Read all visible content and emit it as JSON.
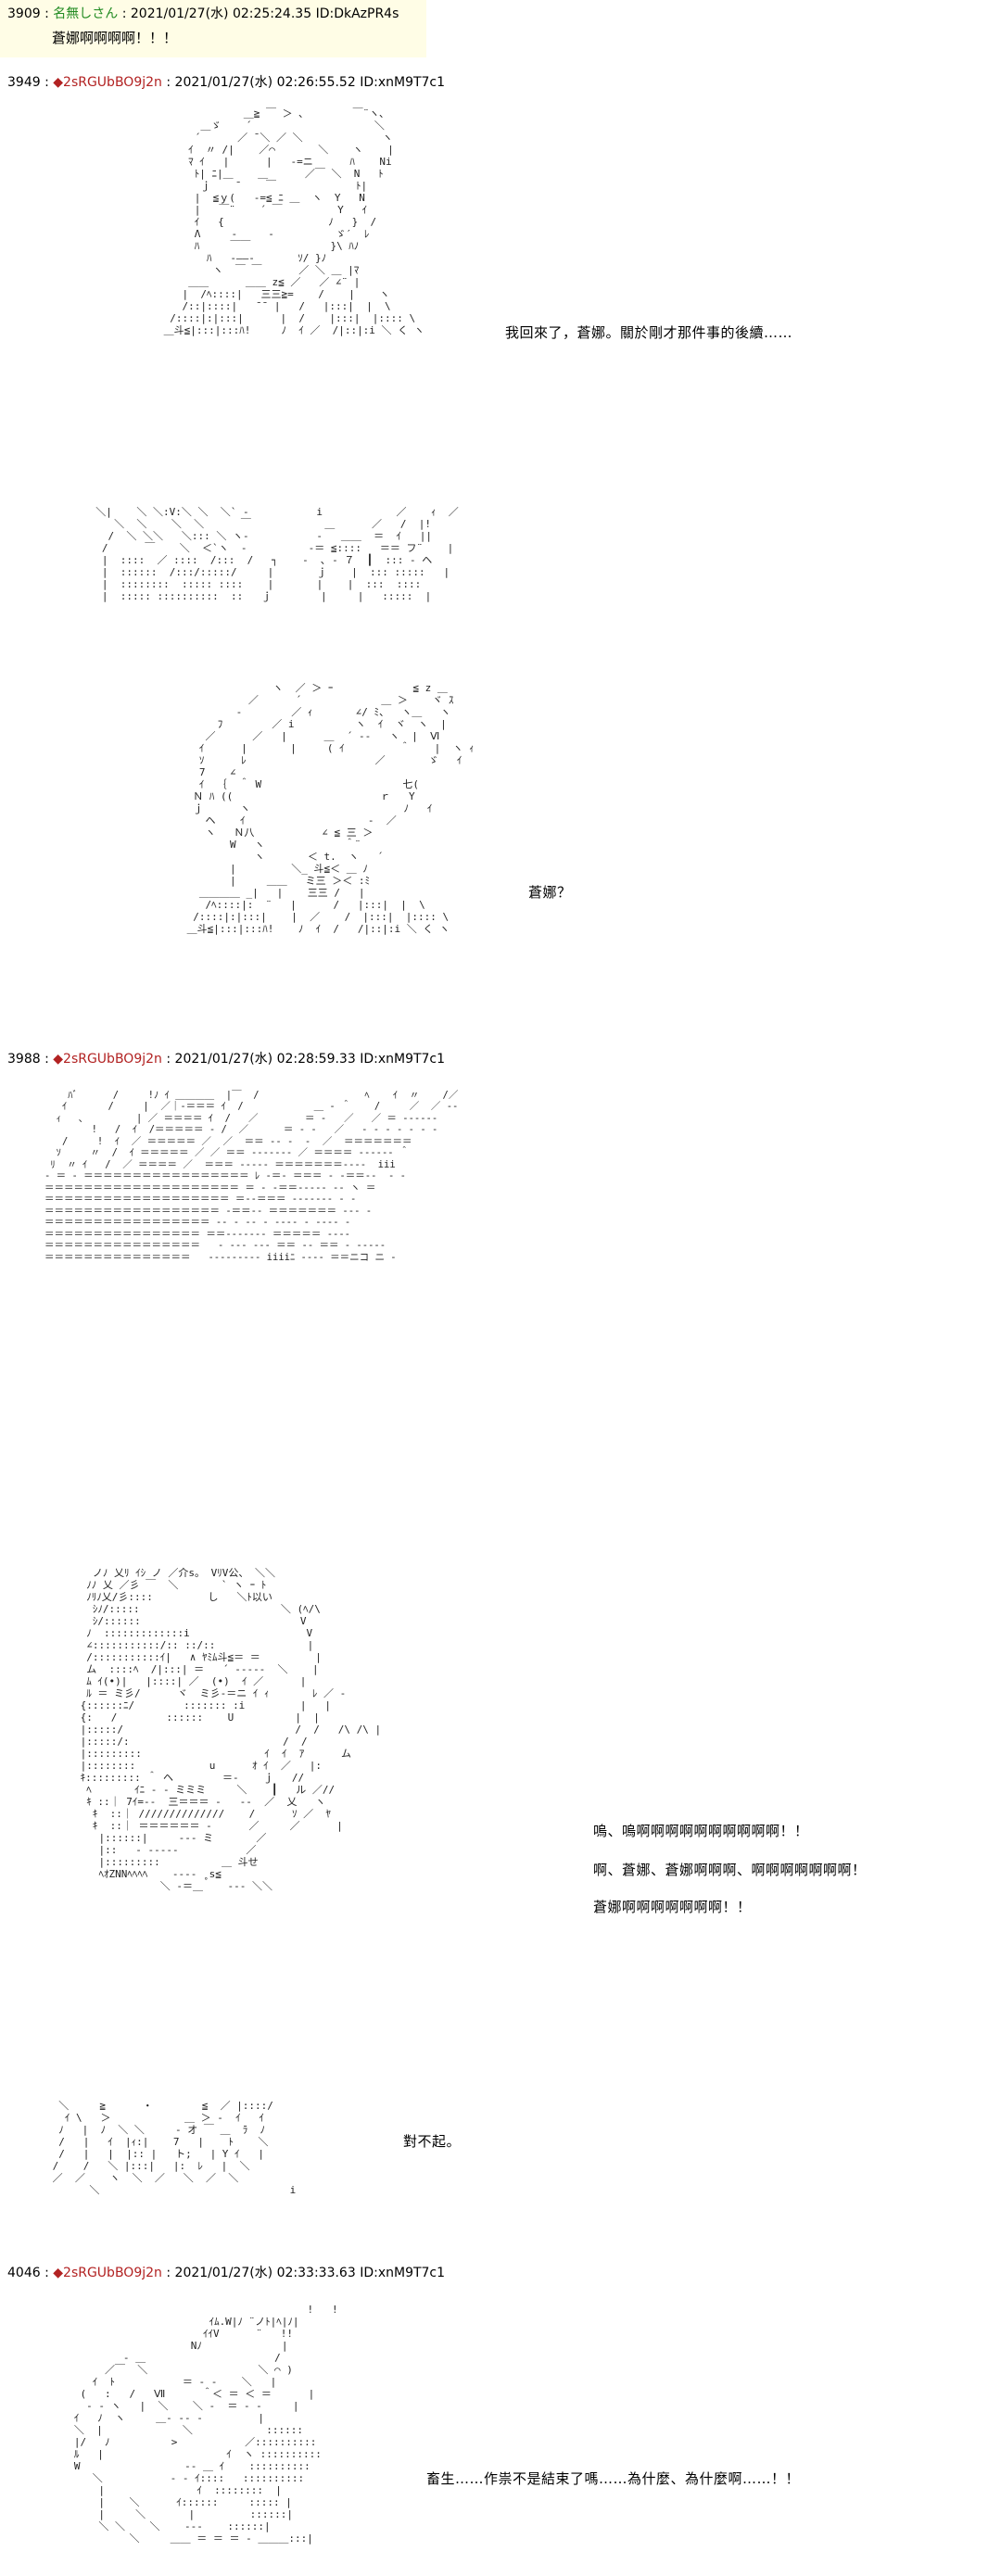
{
  "posts": [
    {
      "number": "3909",
      "name": "名無しさん",
      "datetime": "2021/01/27(水) 02:25:24.35",
      "id": "ID:DkAzPR4s",
      "message": "蒼娜啊啊啊啊！！！"
    },
    {
      "number": "3949",
      "name": "◆2sRGUbBO9j2n",
      "datetime": "2021/01/27(水) 02:26:55.52",
      "id": "ID:xnM9T7c1",
      "dialogues": [
        "我回來了，蒼娜。關於剛才那件事的後續……",
        "蒼娜？"
      ]
    },
    {
      "number": "3988",
      "name": "◆2sRGUbBO9j2n",
      "datetime": "2021/01/27(水) 02:28:59.33",
      "id": "ID:xnM9T7c1",
      "dialogues": [
        "嗚、嗚啊啊啊啊啊啊啊啊啊啊！！",
        "啊、蒼娜、蒼娜啊啊啊、啊啊啊啊啊啊啊！",
        "蒼娜啊啊啊啊啊啊啊！！",
        "對不起。"
      ]
    },
    {
      "number": "4046",
      "name": "◆2sRGUbBO9j2n",
      "datetime": "2021/01/27(水) 02:33:33.63",
      "id": "ID:xnM9T7c1",
      "dialogues": [
        "畜生……作祟不是結束了嗎……為什麼、為什麼啊……！！"
      ]
    }
  ],
  "separator": ":",
  "ascii_art": {
    "man_turn_back": "              ＿≧ ￣ ＞ ､        ￣¨ヽ､\n       ＿ゞ    ´                    ＼\n      ´      ／ ̄ ＼ ／ ＼             ヽ\n     ｲ  〃 /|    ／⌒       ＼    ヽ    |\n     ﾏ ｲ   |      |   ‐=ニ      ﾊ    Ni\n      ﾄ| ﾆ|＿    ＿      ／￣ ＼  N   ﾄ\n       ｊ    ̄     ￣             ﾄ|\n      |  ≦ｙ(   ‐=≦ ﾆ ＿  ヽ  Y   N\n      |   ￣¨    ´ ￣         Y   ｲ\n      ｲ   {                 ﾉ   }  /\n      Λ     ‐     ‐          ゞ′  ﾚ\n      ﾊ     ￣￣             }\\ ﾊﾉ\n        ﾊ   ‐――‐       ｿ/ }ﾉ\n         ヽ  ￣ ￣      ／ ＼ ＿ |ﾏ\n     ＿＿      ＿＿ z≦ ／   ／ ∠¨ |\n    |  /ﾍ::::|   三三≧=    /    |    ヽ\n    /::|::::|   ̄ ̄  |   /   |:::|  |  \\\n  /::::|:|:::|      |  /    |:::|  |:::: \\\n ＿斗≦|:::|:::ﾊ!     ﾉ  ｲ ／  /|::|:i ＼ く ヽ",
    "man_profile_strip": "  ＼|    ＼ ＼:V:＼ ＼  ＼` ‐           i            ／    ｨ  ／\n     ＼  ＼    ＼  ＼      ￣            ＿      ／   /  |!\n    /  ＼ ＼＼   ＼::: ＼ ヽ‐           ‐   ＿＿  ＝  ｲ   ||\n   /      ￣    ＼  ＜`ヽ  ‐          ‐＝ ≦::::   ＝＝ フ¨    |\n   |  ::::  ／ ::::  /:::  /   ┐    ‐  ､ ‐ ７  ┃  ::: ‐ ヘ\n   |  ::::::  /:::/:::::/     |       ｊ    |  ::: :::::   |\n   |  ::::::::  ::::: ::::    |       |    |  :::  ::::\n   |  ::::: ::::::::::  ::   ｊ        |     |   :::::  |",
    "man_stare": "               ヽ  ／ ＞ ｰ             ≦ z ＿\n           ／      ´             ＿ ＞    ヾ ｽ\n         ‐        ／ ｨ       ∠/ ﾐ、  ヽ＿   ヽ\n      ﾌ        ／ i          ヽ  ｲ  ヾ  ヽ  |\n    ／      ／   |      ＿  ´ ‐‐   ヽ  |  Ⅵ\n   ｲ      |       |     ( ｲ         ＾    |  ヽ ｨ\n   ｿ      ﾚ                     ／       ゞ   ｲ\n   7    ∠\n   ｲ  ｛  ＾ W                       七(\n  Ｎ ﾊ ((                        ｒ   Y\n  ｊ      ヽ                         ﾉ   ｲ\n    ヘ    ｲ                    ‐  ／\n    ヽ   Ｎ八           ∠ ≦ 三 ＞\n        W   ヽ             ＾¨\n            ヽ       ＜ t.  ヽ   ´\n        |         ＼_ 斗≦＜ ＿ ﾉ\n        |     ＿＿   ミ三 ＞＜ :ﾐ\n   ＿＿＿＿ _|   |    三三 /   |\n    /ﾍ::::|:  ¨   |      /   |:::|  |  \\\n  /::::|:|:::|    |  ／    /  |:::|  |:::: \\\n ＿斗≦|:::|:::ﾊ!    ﾉ  ｲ  /   /|::|:i ＼ く ヽ",
    "speed_lines": "    ﾊﾞ      /     !ﾉ ｲ ＿＿＿＿  |￣  /                  ﾍ    ｲ  〃    /／\n   ｲ       /     |  ／｜‐＝＝＝ ｲ  /            ＿ ‐ ＾    /     ／  ／ ‐‐\n  ｨ   ､         | ／ ＝＝＝＝ ｲ  /   ／        ＝ ‐   ／   ／ ＝ ‐‐‐‐‐‐\n        !   /  ｲ  /＝＝＝＝＝ ‐ /  ／      ＝ ‐ ‐   ／   ‐ ‐ ‐ ‐ ‐ ‐ ‐\n   /     !  ｲ  ／ ＝＝＝＝＝ ／  ／  ＝＝ ‐‐ ‐  ‐  ／  ＝＝＝＝＝＝＝\n  ｿ     〃  /  ｲ ＝＝＝＝＝ ／ ／ ＝＝ ‐‐‐‐‐‐‐ ／ ＝＝＝＝ ‐‐‐‐‐‐ ＾\n ﾘ  〃 ｲ   /  ／ ＝＝＝＝ ／  ＝＝＝ ‐‐‐‐‐ ＝＝＝＝＝＝＝‐‐‐‐  iii\n‐ ＝ ‐ ＝＝＝＝＝＝＝＝＝＝＝＝＝＝＝＝＝ ﾚ ‐＝‐ ＝＝＝ ‐ ‐＝＝‐‐  ‐ ‐\n＝＝＝＝＝＝＝＝＝＝＝＝＝＝＝＝＝＝＝＝ ＝ ‐ ‐＝＝‐‐‐‐‐ ‐‐ ヽ ＝\n＝＝＝＝＝＝＝＝＝＝＝＝＝＝＝＝＝＝＝ ＝‐‐＝＝＝ ‐‐‐‐‐‐‐ ‐ ‐\n＝＝＝＝＝＝＝＝＝＝＝＝＝＝＝＝＝＝ ‐＝＝‐‐ ＝＝＝＝＝＝＝ ‐‐‐ ‐\n＝＝＝＝＝＝＝＝＝＝＝＝＝＝＝＝＝ ‐‐ ‐ ‐‐ ‐ ‐‐‐‐ ‐ ‐‐‐‐ ‐\n＝＝＝＝＝＝＝＝＝＝＝＝＝＝＝＝ ＝＝‐‐‐‐‐‐‐ ＝＝＝＝＝ ‐‐‐‐\n＝＝＝＝＝＝＝＝＝＝＝＝＝＝＝＝   ‐ ‐‐‐ ‐‐‐ ＝＝ ‐‐ ＝＝ ‐ ‐‐‐‐‐\n＝＝＝＝＝＝＝＝＝＝＝＝＝＝＝   ‐‐‐‐‐‐‐‐‐ iiiiﾆ ‐‐‐‐ ＝＝ニコ ニ ‐",
    "man_crying": "   ノﾉ 乂ﾘ ｲｼ ノ ／介s。 VﾘV公、 ＼＼\n  ﾉﾉ 乂 ／彡 ￣  ＼       ` ヽ ｰ ﾄ\n  ﾉﾘﾉ乂/彡::::         し   ＼ﾄ以い\n   ｼﾉ/:::::                       ＼ (ﾍ/\\\n   ｼ/::::::                          V\n  ﾉ  :::::::::::::i                   V\n  ∠:::::::::::/:: ::/::               |\n  /:::::::::::ｲ|   ∧ ﾔﾐﾑ斗≦＝ ＝         |\n  ム  ::::ﾍ  /|:::| ＝   ´ ‐‐‐‐‐  ＼    |\n  ﾑ ｲ(•)|   |::::| ／  (•)  ｲ ／      |\n  ﾙ ＝ ミ彡/      ヾ  ミ彡‐＝ニ ｲ ｨ       ﾚ ／ ‐\n {::::::ﾆ/        ::::::: :i         |   |\n {:   /        ::::::    U          |  |\n |:::::/                            /  /   /\\ /\\ |\n |:::::/:                         /  /\n |:::::::::                    ｲ  ｲ  ｱ      ム\n |::::::::            u      ｵ ｲ  ／   |:\n ｷ::::::::: ＾ ヘ        ＝‐    ｊ   //\n  ﾍ       ｲﾆ ‐ ‐ ミミミ     ＼    ┃   ル ／//\n  ｷ ::｜ 7ｲ=‐‐  三＝＝＝ ‐   ‐‐  ／  乂   ヽ\n   ｷ  ::｜ //////////////    /      ｿ ／  ﾔ\n   ｷ  ::｜ ＝＝＝＝＝＝ ‐      ／     ／      |\n    |::::::|     ‐‐‐ ミ       ／\n    |::   ‐ ‐‐‐‐‐           ／\n    |:::::::::          ＿ 斗せ\n    ﾍｵZNNﾍﾍﾍﾍ    ‐‐‐‐ ˳s≦\n              ＼ ‐＝＿    ‐‐‐ ＼＼",
    "man_bow": "  ＼     ≧      ・        ≦  ／ |::::/\n   ｲ \\   ＞            ＿ ＞ ‐  ｲ   ｲ\n  ﾉ   |  ﾉ  ＼ ＼     ‐ オ ￣ ＿  ﾗ  ﾉ\n  /   |   ｲ  |ｨ:|    7   |    ﾄ    ＼\n  /   |   |  |:: |   ト;   | Y ｲ   |\n /    /   ＼ |:::|   |:  ﾚ   |  ＼\n ／  ／    ヽ  ＼  ／   ＼  ／  ＼\n       ＼                               i",
    "man_anguish": "                                         !   !\n                         ｲﾑ.W|ﾉ ¨ノﾄ|ﾍ|ﾉ|\n                        ｲｲV      ¨   !!\n                      Nﾉ             |\n           ‐ ＿                     /\n        ／￣  ＼                  ＼ ⌒ )\n      ｲ  ﾄ           ＝ ‐ ‐    ＼   |\n    (   :   /   Ⅶ      ＾＜ ＝ ＜ ＝      |\n     ‐ ‐ ヽ   |  ＼    ＼ ‐  ＝ ‐ ‐     |\n   ｲ   ﾉ  ヽ     ＿‐ ‐‐ ‐         |\n   ＼  |             ＼            ::::::\n   |/   ﾉ          >           ／::::::::::\n   ﾙ   |                    ｲ  ヽ ::::::::::\n   W                 ‐‐ ＿ ｲ    ::::::::::\n      ＼           ‐ ‐ ｲ::::   ::::::::::\n       |               ｲ  ::::::::  |\n       |    ＼      ｲ::::::     ::::: |\n       |     ＼       |         ::::::|\n       ＼ ＼    ＼    ‐‐‐    ::::::|\n            ＼     ＿＿ ＝ ＝ ＝ ‐ ＿＿＿:::|"
  }
}
